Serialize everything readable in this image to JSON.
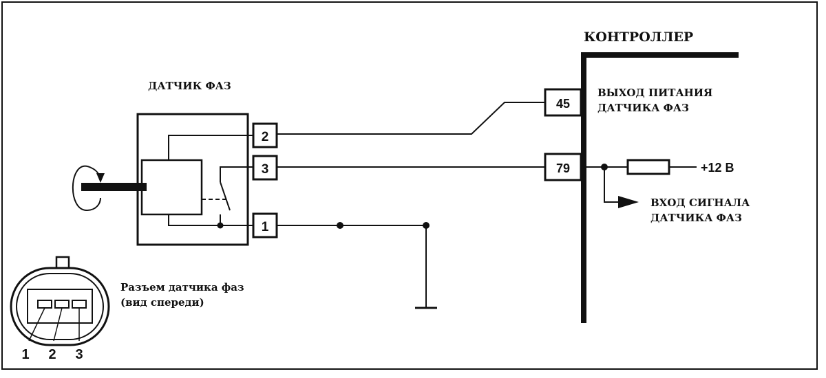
{
  "controller": {
    "title": "КОНТРОЛЛЕР",
    "power_out_line1": "ВЫХОД ПИТАНИЯ",
    "power_out_line2": "ДАТЧИКА ФАЗ",
    "signal_in_line1": "ВХОД СИГНАЛА",
    "signal_in_line2": "ДАТЧИКА ФАЗ",
    "supply": "+12 В",
    "pins": [
      "45",
      "79"
    ]
  },
  "sensor": {
    "title": "ДАТЧИК ФАЗ",
    "pins": [
      "2",
      "3",
      "1"
    ]
  },
  "connector": {
    "caption_line1": "Разъем датчика фаз",
    "caption_line2": "(вид спереди)",
    "pin_labels": [
      "1",
      "2",
      "3"
    ]
  },
  "colors": {
    "line": "#111111",
    "background": "#ffffff"
  }
}
